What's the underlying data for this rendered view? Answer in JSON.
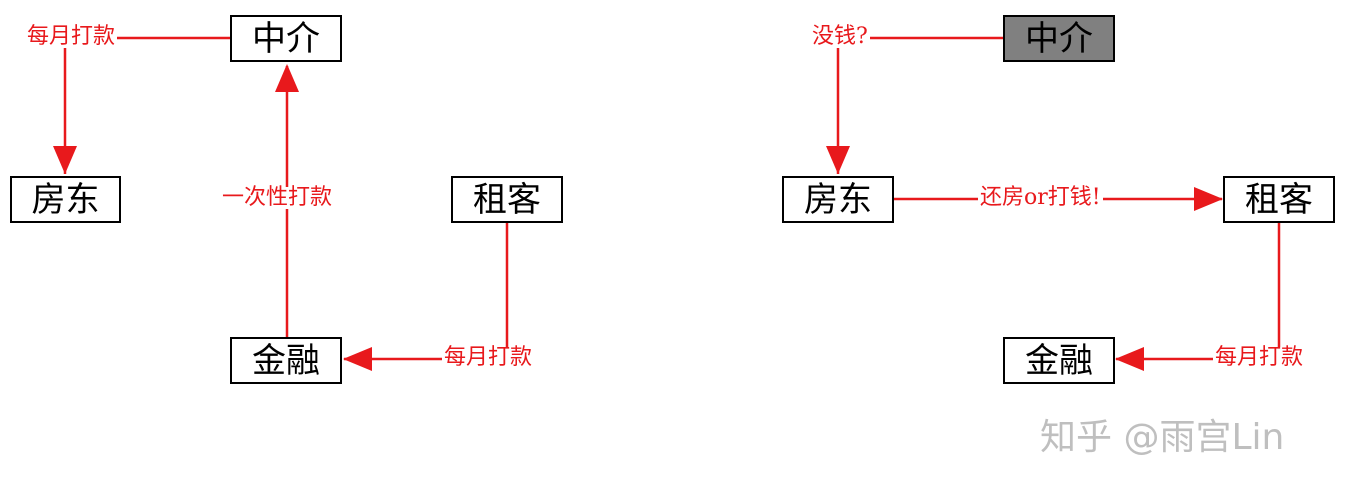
{
  "colors": {
    "arrow": "#e8191c",
    "node_border": "#000000",
    "highlight_node": "#808080",
    "watermark": "#bfbfbf"
  },
  "left": {
    "nodes": {
      "agent": "中介",
      "landlord": "房东",
      "tenant": "租客",
      "finance": "金融"
    },
    "labels": {
      "monthly_to_landlord": "每月打款",
      "lump_sum": "一次性打款",
      "monthly_to_finance": "每月打款"
    }
  },
  "right": {
    "nodes": {
      "agent": "中介",
      "landlord": "房东",
      "tenant": "租客",
      "finance": "金融"
    },
    "labels": {
      "no_money": "没钱?",
      "return_or_pay": "还房or打钱!",
      "monthly_to_finance": "每月打款"
    }
  },
  "watermark": "知乎 @雨宫Lin"
}
